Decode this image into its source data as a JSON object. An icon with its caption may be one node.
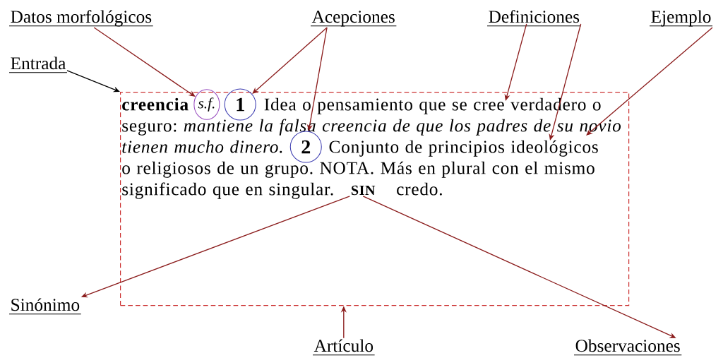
{
  "diagram": {
    "nodes": [
      {
        "text": [
          "Datos morfológicos"
        ]
      },
      {
        "text": [
          "Acepciones"
        ]
      },
      {
        "text": [
          "Definiciones"
        ]
      },
      {
        "text": [
          "Ejemplo"
        ]
      },
      {
        "text": [
          "Entrada"
        ]
      },
      {
        "text": [
          "creencia",
          "Idea o pensamiento que se cree verdadero o seguro:",
          "mantiene la falsa creencia de que los padres de su novio tienen mucho dinero.",
          "Conjunto de principios ideológicos o religiosos de un grupo.",
          "NOTA. Más en plural con el mismo significado que en singular.",
          "credo."
        ]
      },
      {
        "text": [
          "s.f."
        ],
        "in": 5
      },
      {
        "text": [
          "1"
        ],
        "in": 5
      },
      {
        "text": [
          "2"
        ],
        "in": 5
      },
      {
        "text": [
          "SIN"
        ],
        "in": 5
      },
      {
        "text": [
          "Sinónimo"
        ]
      },
      {
        "text": [
          "Artículo"
        ]
      },
      {
        "text": [
          "Observaciones"
        ]
      }
    ],
    "edges": [
      {
        "from": 0,
        "to": 6,
        "arrow": "to"
      },
      {
        "from": 1,
        "to": 7,
        "arrow": "to"
      },
      {
        "from": 1,
        "to": 8,
        "arrow": "to"
      },
      {
        "from": 2,
        "to": 5,
        "arrow": "to"
      },
      {
        "from": 2,
        "to": 5,
        "arrow": "to"
      },
      {
        "from": 3,
        "to": 5,
        "arrow": "to"
      },
      {
        "from": 4,
        "to": 5,
        "arrow": "to",
        "color": "#000000"
      },
      {
        "from": 9,
        "to": 10,
        "arrow": "to"
      },
      {
        "from": 11,
        "to": 5,
        "arrow": "to"
      },
      {
        "from": 9,
        "to": 12,
        "arrow": "to"
      }
    ]
  }
}
